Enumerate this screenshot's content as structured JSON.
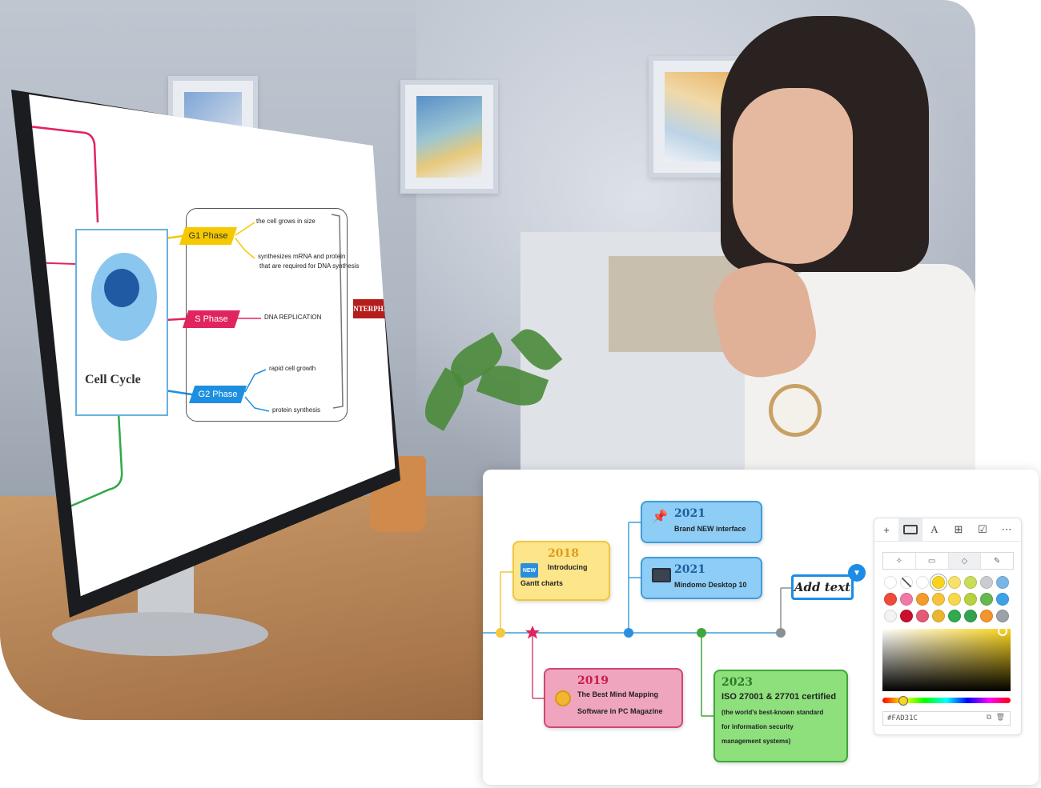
{
  "mindmap_screen": {
    "title": "Cell Cycle",
    "interphase": "INTERPHASE",
    "phases": [
      {
        "label": "G1 Phase",
        "color": "#f5c800"
      },
      {
        "label": "S Phase",
        "color": "#e0245e"
      },
      {
        "label": "G2 Phase",
        "color": "#1e8fe0"
      }
    ],
    "notes": {
      "g1_a": "the cell grows in size",
      "g1_b1": "synthesizes mRNA and protein",
      "g1_b2": "that are required for DNA synthesis",
      "s_a": "DNA REPLICATION",
      "g2_a": "rapid cell growth",
      "g2_b": "protein synthesis"
    }
  },
  "timeline": {
    "events": [
      {
        "year": "2018",
        "badge": "NEW",
        "line1": "Introducing",
        "line2": "Gantt charts"
      },
      {
        "year": "2021",
        "icon": "pushpin-icon",
        "text": "Brand NEW interface"
      },
      {
        "year": "2021",
        "icon": "desktop-computer-icon",
        "text": "Mindomo Desktop 10"
      },
      {
        "year": "2019",
        "icon": "medal-icon",
        "line1": "The Best Mind Mapping",
        "line2": "Software in PC Magazine"
      },
      {
        "year": "2023",
        "line1": "ISO 27001 & 27701 certified",
        "line2": "(the world's best-known standard",
        "line3": "for information security",
        "line4": "management systems)"
      }
    ],
    "add_text": "Add text",
    "colors": {
      "line": "#3f9ddb",
      "accent": "#1d8ce6"
    }
  },
  "style_panel": {
    "toolbar": [
      "plus-icon",
      "shape-icon",
      "text-format-icon",
      "hierarchy-icon",
      "checkbox-icon",
      "more-icon"
    ],
    "subtabs": [
      "magic-icon",
      "border-icon",
      "fill-icon",
      "pen-icon"
    ],
    "swatches": [
      "#ffffff",
      "#ffffff",
      "#ffffff",
      "#fad31c",
      "#f9e06b",
      "#c9dd5a",
      "#c9cdd2",
      "#79b6e6",
      "#ef4a3c",
      "#f07aa3",
      "#f39c2b",
      "#f6c33a",
      "#f7d84a",
      "#b8d13e",
      "#64b84f",
      "#3fa2e4",
      "#f1f3f4",
      "#c8102e",
      "#e05b73",
      "#eab531",
      "#2faa4c",
      "#35a14f",
      "#f2952a",
      "#9aa1a7"
    ],
    "selected_color": "#FAD31C",
    "hex_value": "#FAD31C"
  }
}
